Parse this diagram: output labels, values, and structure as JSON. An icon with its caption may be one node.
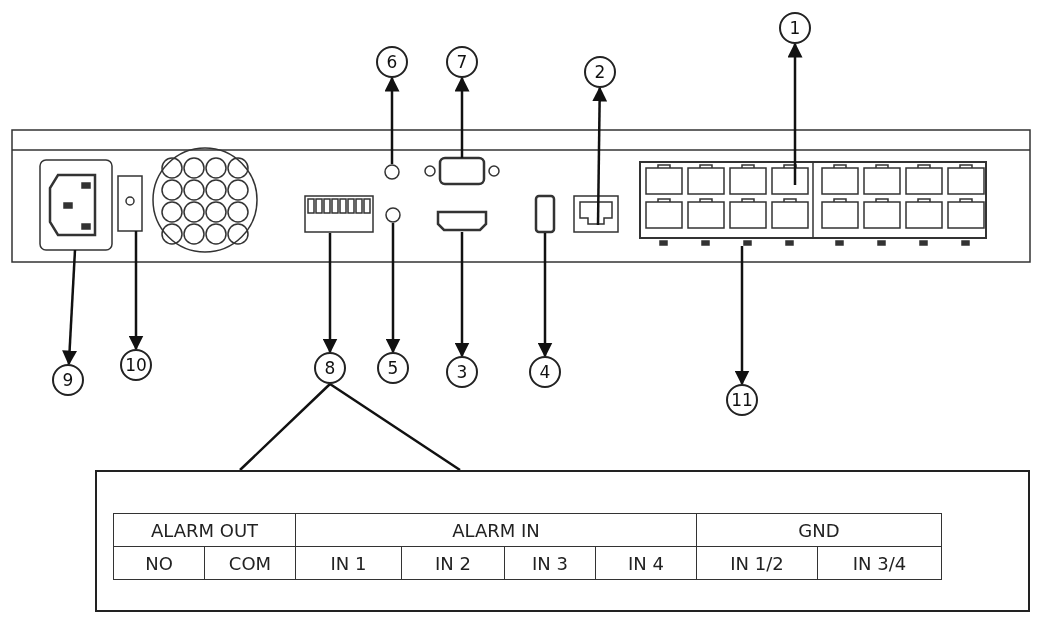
{
  "diagram": {
    "nodes": [
      {
        "text": [
          "1"
        ]
      },
      {
        "text": [
          "2"
        ]
      },
      {
        "text": [
          "3"
        ]
      },
      {
        "text": [
          "4"
        ]
      },
      {
        "text": [
          "5"
        ]
      },
      {
        "text": [
          "6"
        ]
      },
      {
        "text": [
          "7"
        ]
      },
      {
        "text": [
          "8"
        ]
      },
      {
        "text": [
          "9"
        ]
      },
      {
        "text": [
          "10"
        ]
      },
      {
        "text": [
          "11"
        ]
      },
      {
        "text": [],
        "shape": "box"
      }
    ],
    "edges": [
      {
        "from": null,
        "to": 0,
        "arrow": "to"
      },
      {
        "from": null,
        "to": 1,
        "arrow": "to"
      },
      {
        "from": null,
        "to": 2,
        "arrow": "to"
      },
      {
        "from": null,
        "to": 3,
        "arrow": "to"
      },
      {
        "from": null,
        "to": 4,
        "arrow": "to"
      },
      {
        "from": null,
        "to": 5,
        "arrow": "to"
      },
      {
        "from": null,
        "to": 6,
        "arrow": "to"
      },
      {
        "from": null,
        "to": 7,
        "arrow": "to"
      },
      {
        "from": null,
        "to": 8,
        "arrow": "to"
      },
      {
        "from": null,
        "to": 9,
        "arrow": "to"
      },
      {
        "from": null,
        "to": 10,
        "arrow": "to"
      },
      {
        "from": 7,
        "to": 11,
        "arrow": "none"
      }
    ],
    "labels": [
      "ALARM OUT",
      "ALARM IN",
      "GND",
      "NO",
      "COM",
      "IN 1",
      "IN 2",
      "IN 3",
      "IN 4",
      "IN 1/2",
      "IN 3/4"
    ]
  }
}
